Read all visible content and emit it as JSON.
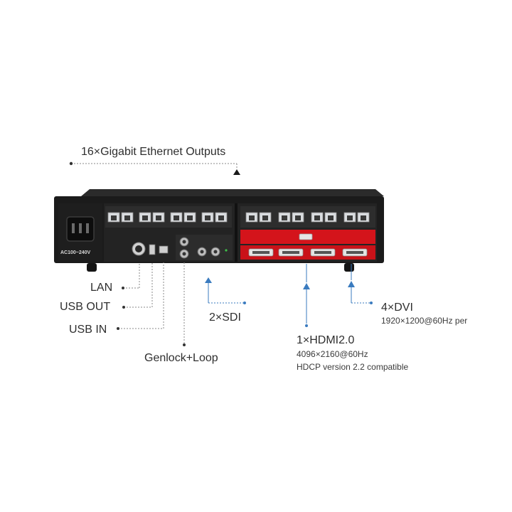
{
  "device": {
    "power_label": "AC100~240V"
  },
  "callouts": {
    "ethernet": {
      "title": "16×Gigabit Ethernet Outputs"
    },
    "lan": {
      "title": "LAN"
    },
    "usb_out": {
      "title": "USB OUT"
    },
    "usb_in": {
      "title": "USB IN"
    },
    "genlock": {
      "title": "Genlock+Loop"
    },
    "sdi": {
      "title": "2×SDI"
    },
    "hdmi": {
      "title": "1×HDMI2.0",
      "line1": "4096×2160@60Hz",
      "line2": "HDCP version 2.2 compatible"
    },
    "dvi": {
      "title": "4×DVI",
      "line1": "1920×1200@60Hz per"
    }
  },
  "colors": {
    "chassis": "#1f1f1f",
    "panel": "#2a2a2a",
    "red_card": "#d4141b",
    "port_silver": "#d9dcdf",
    "callout_blue": "#3a7bbf",
    "callout_dark": "#6b6b6b"
  }
}
